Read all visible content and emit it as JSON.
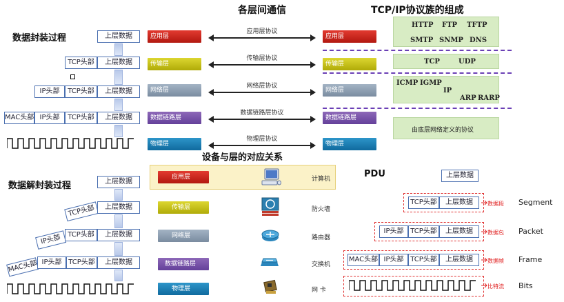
{
  "titles": {
    "center": "各层间通信",
    "tcpip": "TCP/IP协议族的组成",
    "encap": "数据封装过程",
    "decap": "数据解封装过程",
    "devices": "设备与层的对应关系",
    "pdu": "PDU"
  },
  "fields": {
    "upper": "上层数据",
    "tcp": "TCP头部",
    "ip": "IP头部",
    "mac": "MAC头部"
  },
  "layers": {
    "app": "应用层",
    "transport": "传输层",
    "network": "网络层",
    "datalink": "数据链路层",
    "physical": "物理层"
  },
  "protocols": {
    "app": "应用层协议",
    "transport": "传输层协议",
    "network": "网络层协议",
    "datalink": "数据链路层协议",
    "physical": "物理层协议"
  },
  "tcpip": {
    "app_protocols": [
      "HTTP",
      "FTP",
      "TFTP",
      "SMTP",
      "SNMP",
      "DNS"
    ],
    "transport_protocols": [
      "TCP",
      "UDP"
    ],
    "network_protocols": [
      "ICMP",
      "IGMP",
      "IP",
      "ARP",
      "RARP"
    ],
    "bottom": "由底层网络定义的协议"
  },
  "devices": [
    "计算机",
    "防火墙",
    "路由器",
    "交换机",
    "网 卡"
  ],
  "pdu": {
    "segment_zh": "数据段",
    "segment": "Segment",
    "packet_zh": "数据包",
    "packet": "Packet",
    "frame_zh": "数据帧",
    "frame": "Frame",
    "bits_zh": "比特流",
    "bits": "Bits"
  },
  "colors": {
    "app": "#d0241c",
    "transport": "#c8c412",
    "network": "#8d9fb4",
    "datalink": "#7b55a8",
    "physical": "#1a7fb6"
  }
}
